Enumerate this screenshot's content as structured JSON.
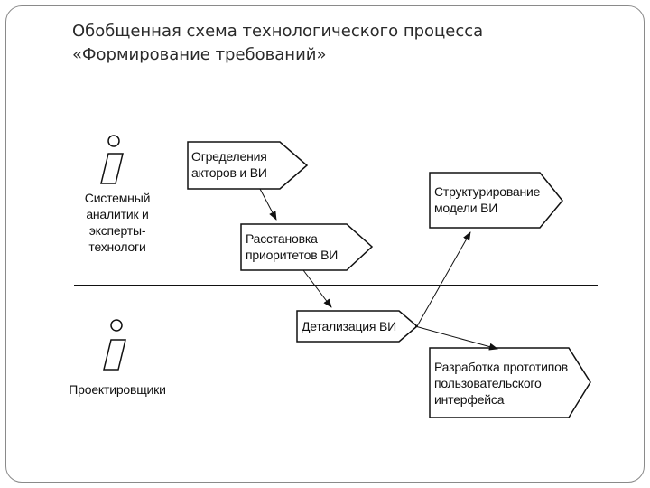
{
  "slide": {
    "title_line1": "Обобщенная схема технологического процесса",
    "title_line2": "«Формирование требований»"
  },
  "actors": {
    "analysts": [
      "Системный",
      "аналитик и",
      "эксперты-",
      "технологи"
    ],
    "designers": "Проектировщики"
  },
  "steps": {
    "define": [
      "Огределения",
      "акторов и ВИ"
    ],
    "prioritize": [
      "Расстановка",
      "приоритетов ВИ"
    ],
    "detail": "Детализация ВИ",
    "structure": [
      "Структурирование",
      "модели ВИ"
    ],
    "prototype": [
      "Разработка прототипов",
      "пользовательского",
      "интерфейса"
    ]
  },
  "colors": {
    "line": "#111111",
    "background": "#ffffff",
    "title": "#2a2a2a"
  }
}
